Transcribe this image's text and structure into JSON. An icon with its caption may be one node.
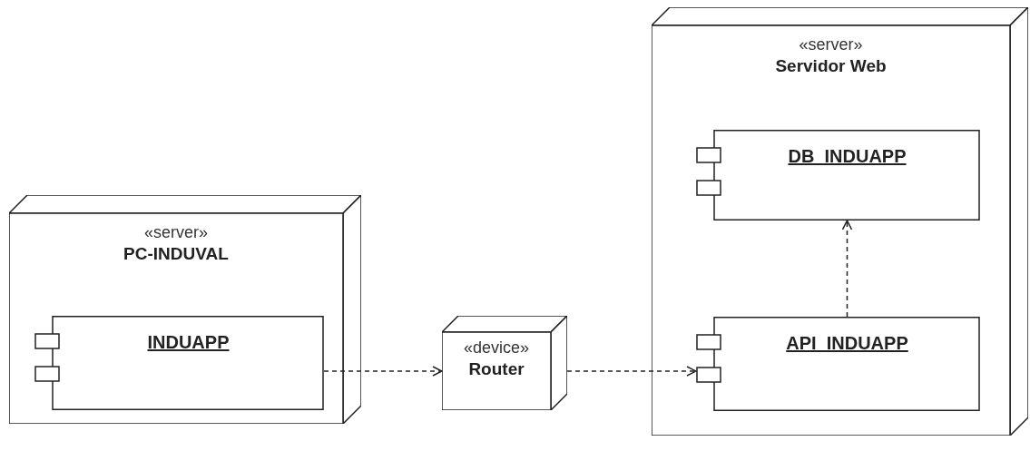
{
  "diagram": {
    "nodes": [
      {
        "text": [
          "«server»",
          "PC-INDUVAL"
        ]
      },
      {
        "text": [
          "INDUAPP"
        ],
        "in": 0
      },
      {
        "text": [
          "«device»",
          "Router"
        ]
      },
      {
        "text": [
          "«server»",
          "Servidor Web"
        ]
      },
      {
        "text": [
          "DB_INDUAPP"
        ],
        "in": 3
      },
      {
        "text": [
          "API_INDUAPP"
        ],
        "in": 3
      }
    ],
    "edges": [
      {
        "from": 1,
        "to": 2,
        "arrow": "to",
        "style": "dashed"
      },
      {
        "from": 2,
        "to": 5,
        "arrow": "to",
        "style": "dashed"
      },
      {
        "from": 5,
        "to": 4,
        "arrow": "to",
        "style": "dashed"
      }
    ]
  }
}
